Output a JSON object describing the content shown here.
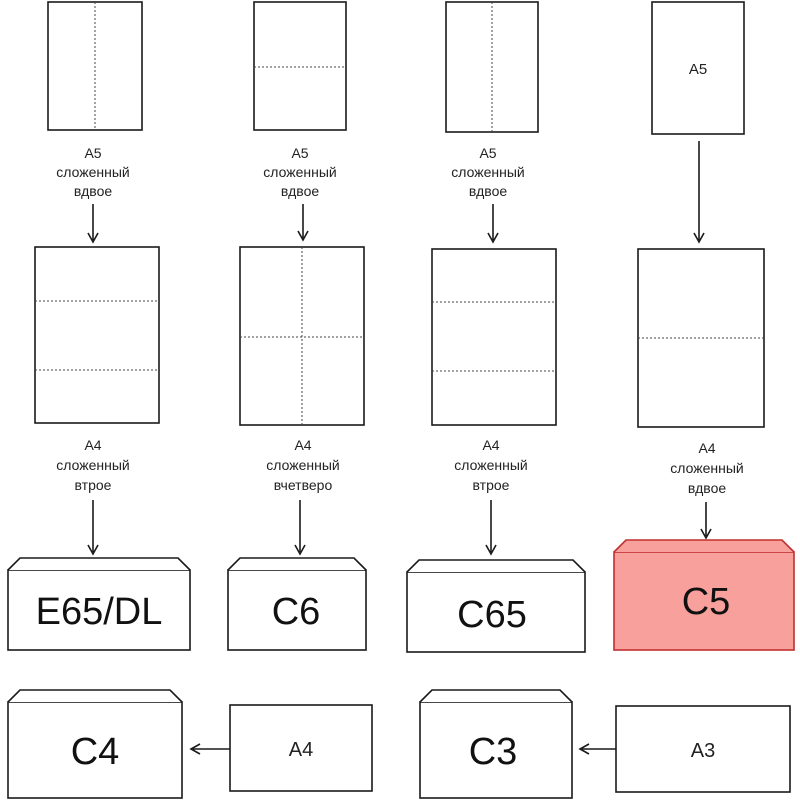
{
  "columns": [
    {
      "a5_label": "",
      "a5_caption": [
        "A5",
        "сложенный",
        "вдвое"
      ],
      "a4_caption": [
        "A4",
        "сложенный",
        "втрое"
      ],
      "envelope": "E65/DL"
    },
    {
      "a5_label": "",
      "a5_caption": [
        "A5",
        "сложенный",
        "вдвое"
      ],
      "a4_caption": [
        "A4",
        "сложенный",
        "вчетверо"
      ],
      "envelope": "C6"
    },
    {
      "a5_label": "",
      "a5_caption": [
        "A5",
        "сложенный",
        "вдвое"
      ],
      "a4_caption": [
        "A4",
        "сложенный",
        "втрое"
      ],
      "envelope": "C65"
    },
    {
      "a5_label": "A5",
      "a5_caption": [],
      "a4_caption": [
        "A4",
        "сложенный",
        "вдвое"
      ],
      "envelope": "C5"
    }
  ],
  "bottom_row": [
    {
      "envelope": "C4",
      "sheet": "A4"
    },
    {
      "envelope": "C3",
      "sheet": "A3"
    }
  ],
  "colors": {
    "highlight_envelope_fill": "#f7a09c",
    "highlight_envelope_stroke": "#c0302e"
  }
}
